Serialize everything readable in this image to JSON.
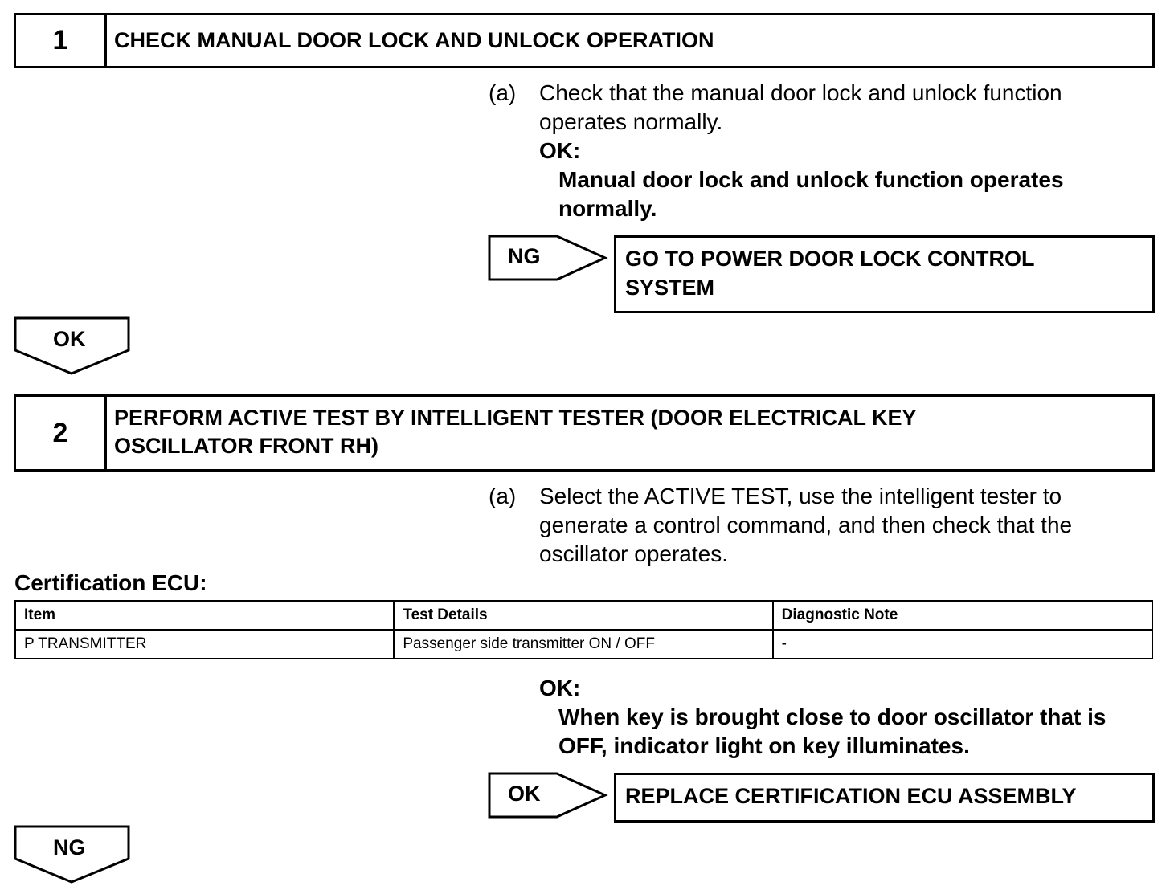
{
  "step1": {
    "number": "1",
    "title": "CHECK MANUAL DOOR LOCK AND UNLOCK OPERATION",
    "instruction_marker": "(a)",
    "instruction_line1": "Check that the manual door lock and unlock function",
    "instruction_line2": "operates normally.",
    "ok_heading": "OK:",
    "ok_line1": "Manual door lock and unlock function operates",
    "ok_line2": "normally.",
    "branch_label": "NG",
    "branch_line1": "GO TO POWER DOOR LOCK CONTROL",
    "branch_line2": "SYSTEM",
    "flow_label": "OK"
  },
  "step2": {
    "number": "2",
    "title_line1": "PERFORM ACTIVE TEST BY INTELLIGENT TESTER (DOOR ELECTRICAL KEY",
    "title_line2": "OSCILLATOR FRONT RH)",
    "instruction_marker": "(a)",
    "instruction_line1": "Select the ACTIVE TEST, use the intelligent tester to",
    "instruction_line2": "generate a control command, and then check that the",
    "instruction_line3": "oscillator operates.",
    "table_title": "Certification ECU:",
    "table": {
      "headers": [
        "Item",
        "Test Details",
        "Diagnostic Note"
      ],
      "rows": [
        [
          "P TRANSMITTER",
          "Passenger side transmitter ON / OFF",
          "-"
        ]
      ]
    },
    "ok_heading": "OK:",
    "ok_line1": "When key is brought close to door oscillator that is",
    "ok_line2": "OFF, indicator light on key illuminates.",
    "branch_label": "OK",
    "branch_text": "REPLACE CERTIFICATION ECU ASSEMBLY",
    "flow_label": "NG"
  }
}
